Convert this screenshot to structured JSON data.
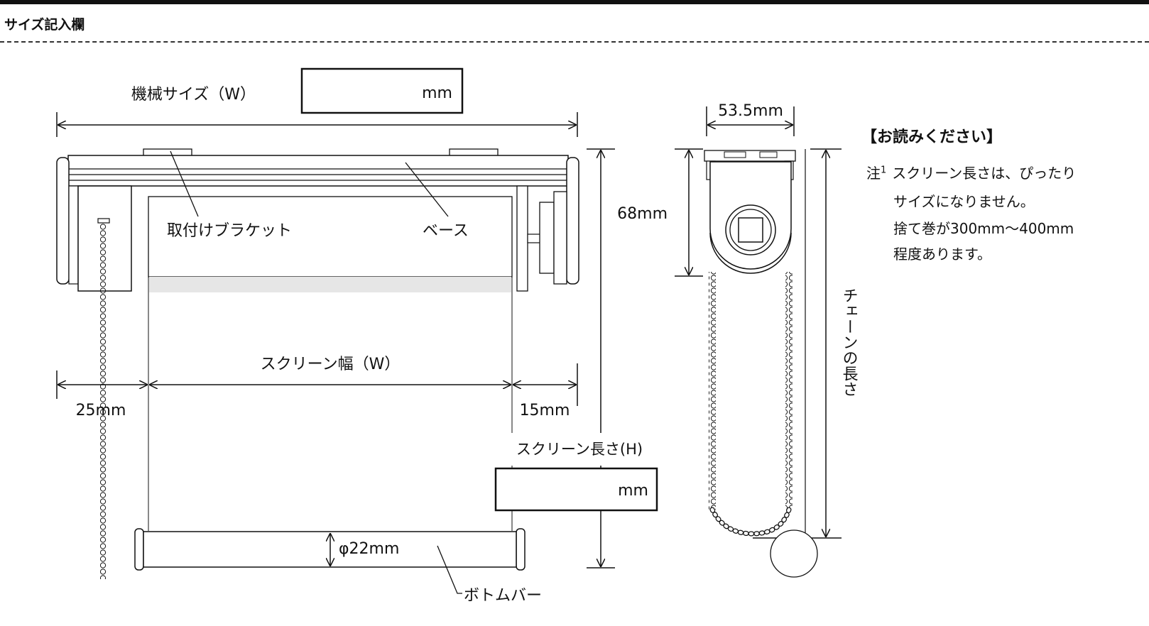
{
  "header": {
    "title": "サイズ記入欄"
  },
  "diagram": {
    "machine_size_label": "機械サイズ（W）",
    "machine_size_unit": "mm",
    "bracket_label": "取付けブラケット",
    "base_label": "ベース",
    "screen_width_label": "スクリーン幅（W）",
    "left_gap": "25mm",
    "right_gap": "15mm",
    "screen_length_label": "スクリーン長さ(H)",
    "screen_length_unit": "mm",
    "bar_diameter": "φ22mm",
    "bottom_bar_label": "ボトムバー",
    "side_width": "53.5mm",
    "side_height": "68mm",
    "chain_length_label": "チェーンの長さ"
  },
  "note": {
    "title": "【お読みください】",
    "marker": "注",
    "sup": "1",
    "lines": [
      "スクリーン長さは、ぴったり",
      "サイズになりません。",
      "捨て巻が300mm〜400mm",
      "程度あります。"
    ]
  }
}
